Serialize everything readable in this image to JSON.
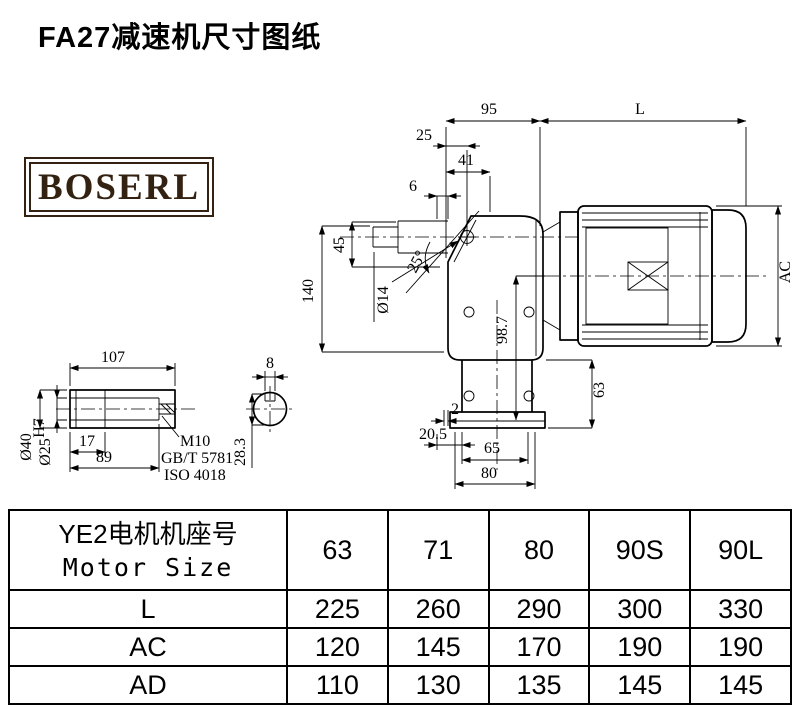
{
  "page": {
    "title": "FA27减速机尺寸图纸"
  },
  "logo": {
    "text": "BOSERL"
  },
  "drawing": {
    "dims": {
      "d95": "95",
      "dL": "L",
      "d25": "25",
      "d41": "41",
      "d6": "6",
      "d45": "45",
      "d140": "140",
      "dia14": "Ø14",
      "angle25": "25°",
      "d98_7": "98.7",
      "dAC": "AC",
      "d63": "63",
      "d2": "2",
      "d20_5": "20.5",
      "d65": "65",
      "d80": "80",
      "d107": "107",
      "d17": "17",
      "d89": "89",
      "dia40": "Ø40",
      "dia25": "Ø25",
      "dia25_tol": "H7",
      "m10": "M10",
      "gbt5781": "GB/T 5781",
      "iso4018": "ISO 4018",
      "d8": "8",
      "d28_3": "28.3"
    }
  },
  "table": {
    "header": {
      "line1": "YE2电机机座号",
      "line2": "Motor Size",
      "sizes": [
        "63",
        "71",
        "80",
        "90S",
        "90L"
      ]
    },
    "rows": [
      {
        "label": "L",
        "values": [
          "225",
          "260",
          "290",
          "300",
          "330"
        ]
      },
      {
        "label": "AC",
        "values": [
          "120",
          "145",
          "170",
          "190",
          "190"
        ]
      },
      {
        "label": "AD",
        "values": [
          "110",
          "130",
          "135",
          "145",
          "145"
        ]
      }
    ]
  }
}
